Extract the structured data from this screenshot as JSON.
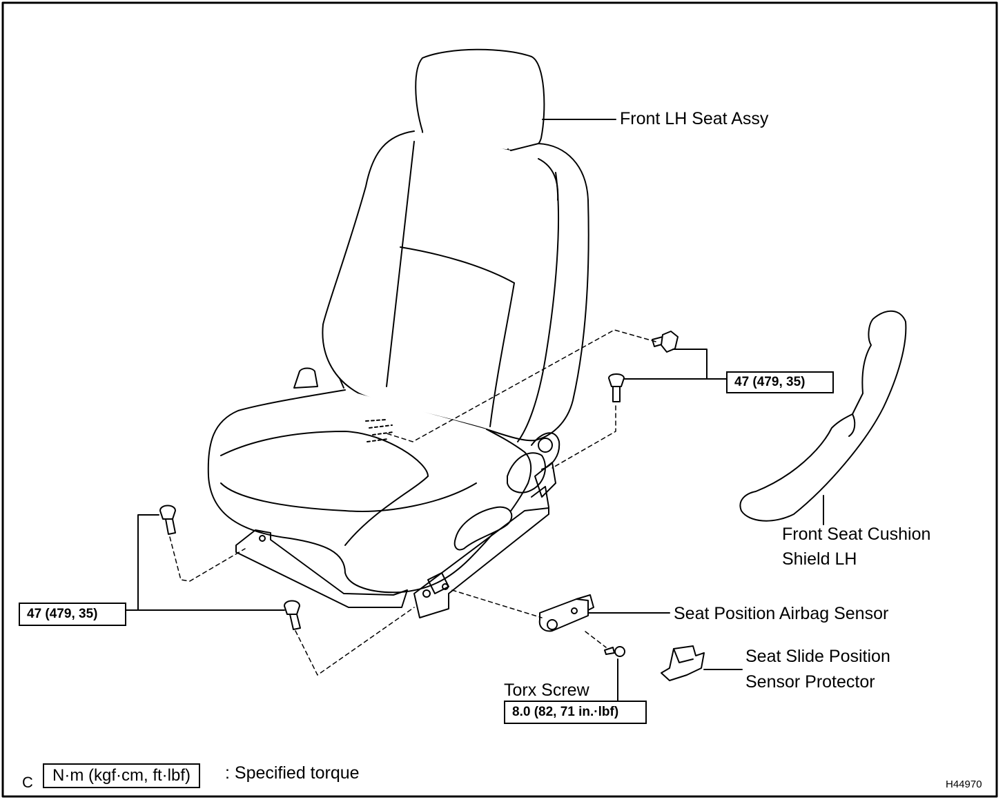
{
  "labels": {
    "front_lh_seat_assy": "Front LH Seat Assy",
    "front_seat_cushion_shield_lh": [
      "Front Seat Cushion",
      "Shield LH"
    ],
    "seat_position_airbag_sensor": "Seat Position Airbag Sensor",
    "seat_slide_position_sensor_protector": [
      "Seat Slide Position",
      "Sensor Protector"
    ],
    "torx_screw": "Torx Screw"
  },
  "torque_specs": {
    "rear_bolts": "47 (479, 35)",
    "front_bolts": "47 (479, 35)",
    "torx_screw": "8.0 (82, 71 in.·lbf)"
  },
  "legend": {
    "prefix": "C",
    "unit_box": "N·m (kgf·cm, ft·lbf)",
    "description": ": Specified torque"
  },
  "figure_id": "H44970"
}
